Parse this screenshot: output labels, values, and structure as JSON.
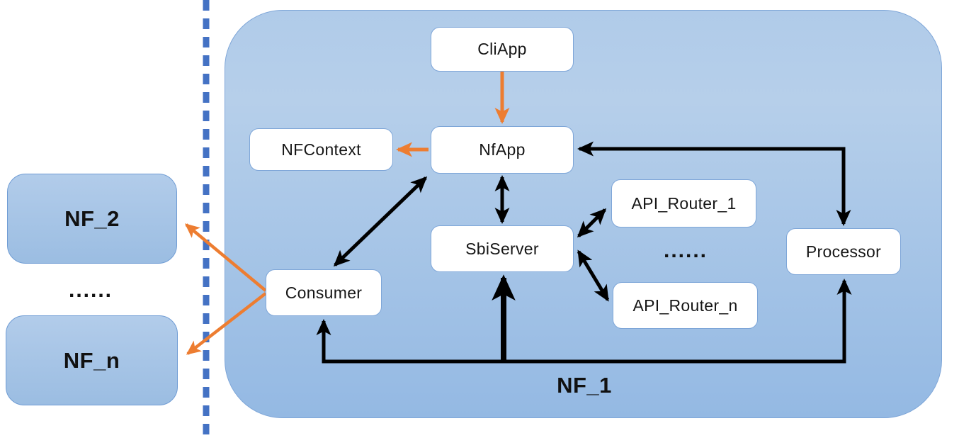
{
  "diagram": {
    "internal_zone": {
      "container_label": "NF_1",
      "nodes": {
        "cliapp": {
          "label": "CliApp"
        },
        "nfapp": {
          "label": "NfApp"
        },
        "nfcontext": {
          "label": "NFContext"
        },
        "sbiserver": {
          "label": "SbiServer"
        },
        "api_router_1": {
          "label": "API_Router_1"
        },
        "api_router_n": {
          "label": "API_Router_n"
        },
        "processor": {
          "label": "Processor"
        },
        "consumer": {
          "label": "Consumer"
        }
      },
      "router_ellipsis": "......"
    },
    "external_zone": {
      "nodes": {
        "nf2": {
          "label": "NF_2"
        },
        "nfn": {
          "label": "NF_n"
        }
      },
      "ellipsis": "......"
    },
    "colors": {
      "container_fill_top": "#B0CBE9",
      "container_fill_bottom": "#94B9E3",
      "external_node_fill_top": "#B2CCEA",
      "external_node_fill_bottom": "#9BBDE2",
      "node_fill": "#FFFFFF",
      "node_border": "#7EA6D8",
      "arrow_black": "#000000",
      "arrow_orange": "#ED7D31",
      "divider_dashed_blue": "#4472C4"
    },
    "connections": [
      {
        "from": "CliApp",
        "to": "NfApp",
        "color": "orange",
        "bidirectional": false
      },
      {
        "from": "NfApp",
        "to": "NFContext",
        "color": "orange",
        "bidirectional": false
      },
      {
        "from": "NfApp",
        "to": "SbiServer",
        "color": "black",
        "bidirectional": true
      },
      {
        "from": "Consumer",
        "to": "NfApp",
        "color": "black",
        "bidirectional": true
      },
      {
        "from": "NfApp",
        "to": "Processor",
        "color": "black",
        "bidirectional": true,
        "style": "elbow"
      },
      {
        "from": "SbiServer",
        "to": "API_Router_1",
        "color": "black",
        "bidirectional": true
      },
      {
        "from": "SbiServer",
        "to": "API_Router_n",
        "color": "black",
        "bidirectional": true
      },
      {
        "from": "bottom-bus",
        "to": "Consumer",
        "color": "black",
        "bidirectional": false,
        "style": "elbow"
      },
      {
        "from": "bottom-bus",
        "to": "Processor",
        "color": "black",
        "bidirectional": false,
        "style": "elbow"
      },
      {
        "from": "bottom-bus",
        "to": "SbiServer",
        "color": "black",
        "bidirectional": false,
        "style": "thick"
      },
      {
        "from": "Consumer",
        "to": "NF_2",
        "color": "orange",
        "bidirectional": false
      },
      {
        "from": "Consumer",
        "to": "NF_n",
        "color": "orange",
        "bidirectional": false
      }
    ]
  }
}
